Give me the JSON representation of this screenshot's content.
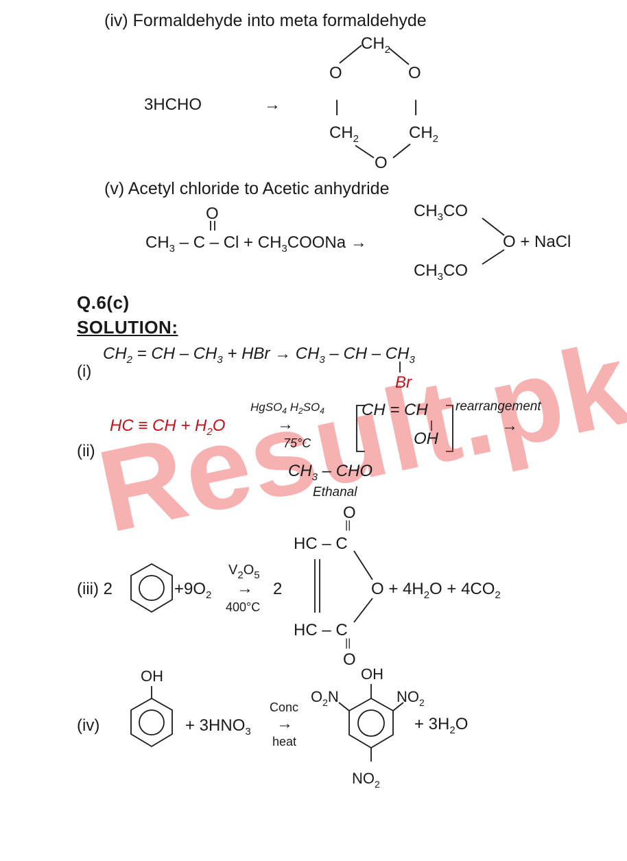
{
  "part_iv_title": "(iv) Formaldehyde into meta formaldehyde",
  "part_iv": {
    "reactant": "3HCHO",
    "arrow": "→",
    "ring": {
      "top_ch2": "CH",
      "top_ch2_sub": "2",
      "o_left": "O",
      "o_right": "O",
      "bar_left": "|",
      "bar_right": "|",
      "ch2_left": "CH",
      "ch2_left_sub": "2",
      "ch2_right": "CH",
      "ch2_right_sub": "2",
      "o_bottom": "O"
    }
  },
  "part_v_title": "(v) Acetyl chloride to Acetic anhydride",
  "part_v": {
    "carbonyl_o": "O",
    "eq_left_a": "CH",
    "eq_left_a_sub": "3",
    "eq_left_b": " – C – Cl + CH",
    "eq_left_b_sub": "3",
    "eq_left_c": "COONa →",
    "upper_acyl": "CH",
    "upper_acyl_sub": "3",
    "upper_acyl_rest": "CO",
    "lower_acyl": "CH",
    "lower_acyl_sub": "3",
    "lower_acyl_rest": "CO",
    "product_right": "O + NaCl"
  },
  "q_label": "Q.6(c)",
  "solution_label": "SOLUTION:",
  "s1": {
    "num": "(i)",
    "eq_a": "CH",
    "eq_a_sub": "2",
    "eq_b": " = CH – CH",
    "eq_b_sub": "3",
    "eq_c": " + HBr → CH",
    "eq_c_sub": "3",
    "eq_d": " – CH – CH",
    "eq_d_sub": "3",
    "br": "Br"
  },
  "s2": {
    "num": "(ii)",
    "lhs_a": "HC ≡ CH + H",
    "lhs_sub": "2",
    "lhs_b": "O",
    "catalyst_a": "HgSO",
    "catalyst_a_sub": "4",
    "catalyst_b": " H",
    "catalyst_b_sub": "2",
    "catalyst_c": "SO",
    "catalyst_c_sub": "4",
    "arrow": "→",
    "temp": "75°C",
    "intermediate": "CH = CH",
    "oh": "OH",
    "rearrangement": "rearrangement",
    "arrow2": "→",
    "product_a": "CH",
    "product_sub": "3",
    "product_b": " – CHO",
    "product_name": "Ethanal"
  },
  "s3": {
    "num": "(iii) 2",
    "plus_o2": "+9O",
    "plus_o2_sub": "2",
    "catalyst": "V",
    "catalyst_sub": "2",
    "catalyst_b": "O",
    "catalyst_sub2": "5",
    "arrow": "→",
    "temp": "400°C",
    "coef": "2",
    "top_o": "O",
    "top_dbl": "||",
    "top_group": "HC – C",
    "bottom_group": "HC – C",
    "bottom_dbl": "||",
    "bottom_o": "O",
    "products_a": "O + 4H",
    "products_sub": "2",
    "products_b": "O + 4CO",
    "products_sub2": "2"
  },
  "s4": {
    "num": "(iv)",
    "oh_left": "OH",
    "reagent_a": "+ 3HNO",
    "reagent_sub": "3",
    "conc": "Conc",
    "arrow": "→",
    "heat": "heat",
    "oh_right": "OH",
    "no2_left_a": "O",
    "no2_left_sub": "2",
    "no2_left_b": "N",
    "no2_right_a": "NO",
    "no2_right_sub": "2",
    "no2_bottom_a": "NO",
    "no2_bottom_sub": "2",
    "water_a": "+ 3H",
    "water_sub": "2",
    "water_b": "O"
  },
  "watermark": "Result.pk"
}
